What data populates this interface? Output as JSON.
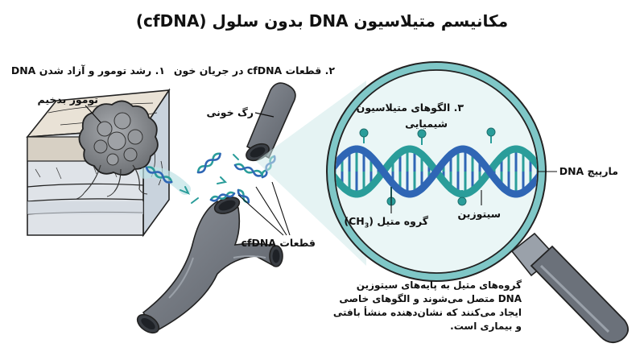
{
  "title": "مکانیسم متیلاسیون DNA بدون سلول (cfDNA)",
  "steps": {
    "s1": "۱. رشد تومور و آزاد شدن DNA",
    "s2": "۲. قطعات cfDNA در جریان خون",
    "s3_line1": "۳. الگوهای متیلاسیون",
    "s3_line2": "شیمیایی"
  },
  "labels": {
    "tumor": "تومور بدخیم",
    "vessel": "رگ خونی",
    "fragments": "قطعات cfDNA",
    "helix": "مارپیچ DNA",
    "cytosine": "سیتوزین",
    "methyl_text": "گروه متیل (CH",
    "methyl_sub": "3",
    "methyl_close": ")"
  },
  "description": [
    "گروه‌های متیل به پایه‌های سیتوزین",
    "DNA متصل می‌شوند و الگوهای خاصی",
    "ایجاد می‌کنند که نشان‌دهنده منشأ بافتی",
    "و بیماری است."
  ],
  "colors": {
    "dna_teal": "#2a9d9a",
    "dna_blue": "#2f66b5",
    "lens_rim": "#7fc7c7",
    "lens_fill": "#eaf6f6",
    "vessel_gray": "#6f747c",
    "tumor_gray": "#8a8d91"
  },
  "icons": [
    "magnifying-glass-icon",
    "blood-vessel-icon",
    "tumor-icon",
    "dna-helix-icon"
  ]
}
